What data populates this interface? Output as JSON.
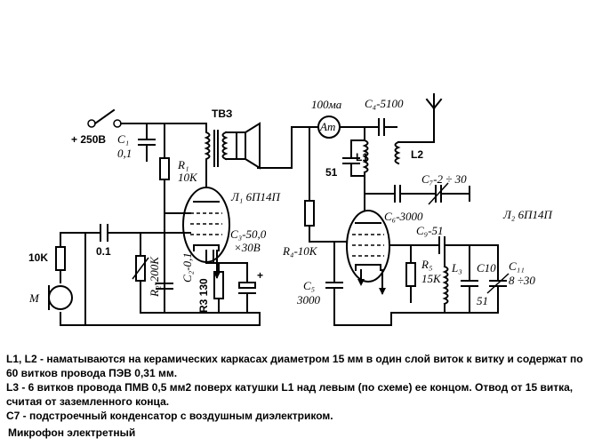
{
  "schematic": {
    "supply": "+ 250В",
    "c1": [
      "C₁",
      "0,1"
    ],
    "r1": [
      "R₁",
      "10K"
    ],
    "tv3": "ТВЗ",
    "l1_tube": "Л₁ 6П14П",
    "mic_res": "10K",
    "cap_in": "0.1",
    "r2": "R₂-200K",
    "c2": "C₂-0,1",
    "r3": "R3 130",
    "c3": [
      "C₃-50,0",
      "×30В"
    ],
    "mic": "M",
    "meter_rating": "100ма",
    "meter": "Am",
    "c4": "C₄-5100",
    "l1": "L1",
    "l2": "L2",
    "c51": "51",
    "c7": "C₇-2 ÷ 30",
    "c6": "C₆-3000",
    "l2_tube": "Л₂ 6П14П",
    "r4": "R₄-10K",
    "c9": "C₉-51",
    "r5": [
      "R₅",
      "15K"
    ],
    "l3": "L₃",
    "c10": [
      "C10",
      "51"
    ],
    "c11": [
      "C₁₁",
      "8 ÷30"
    ],
    "c5": [
      "C₅",
      "3000"
    ]
  },
  "notes": [
    "L1, L2 - наматываются на керамических каркасах диаметром 15 мм в один слой виток к витку и содержат по 60 витков провода ПЭВ 0,31 мм.",
    "L3 - 6 витков провода ПМВ 0,5 мм2 поверх катушки L1 над левым (по схеме) ее концом. Отвод от 15 витка, считая от заземленного конца.",
    "С7 - подстроечный конденсатор с воздушным диэлектриком."
  ],
  "mic_note": "Микрофон электретный"
}
